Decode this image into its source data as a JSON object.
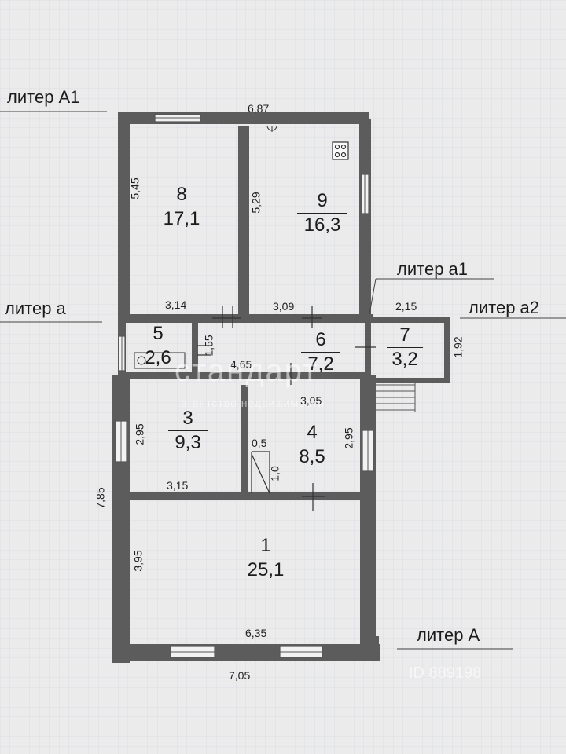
{
  "liters": {
    "a1_upper": "литер А1",
    "a_lower": "литер а",
    "a1_lower": "литер а1",
    "a2": "литер а2",
    "a_main": "литер А"
  },
  "rooms": [
    {
      "number": "8",
      "area": "17,1"
    },
    {
      "number": "9",
      "area": "16,3"
    },
    {
      "number": "5",
      "area": "2,6"
    },
    {
      "number": "6",
      "area": "7,2"
    },
    {
      "number": "7",
      "area": "3,2"
    },
    {
      "number": "3",
      "area": "9,3"
    },
    {
      "number": "4",
      "area": "8,5"
    },
    {
      "number": "1",
      "area": "25,1"
    }
  ],
  "dimensions": {
    "top_width": "6,87",
    "room8_height": "5,45",
    "room9_height": "5,29",
    "room8_width": "3,14",
    "room9_width": "3,09",
    "a2_width": "2,15",
    "a2_height": "1,92",
    "room5_height": "1,55",
    "corridor_width": "4,65",
    "room4_top_width": "3,05",
    "room3_height": "2,95",
    "room4_height": "2,95",
    "step_width": "0,5",
    "step_depth": "1,0",
    "total_height": "7,85",
    "room3_width": "3,15",
    "room1_height": "3,95",
    "room1_width": "6,35",
    "bottom_width": "7,05"
  },
  "watermark": {
    "brand": "стандарт",
    "sub": "агентство недвижимости",
    "id": "ID 889198"
  },
  "colors": {
    "wall": "#5f5f5f",
    "paper": "#ebebeb",
    "grid": "#c9cfe0"
  }
}
